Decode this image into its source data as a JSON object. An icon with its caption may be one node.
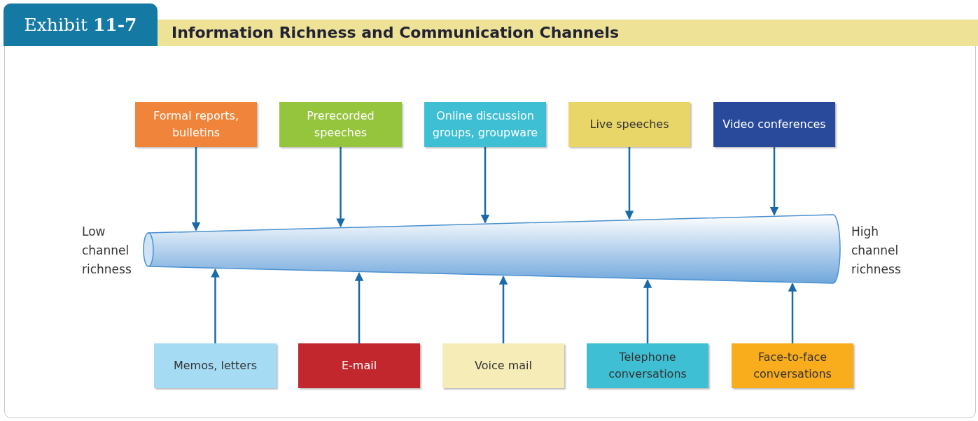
{
  "diagram": {
    "title": "Information Richness and Communication Channels",
    "nodes": [
      {
        "text": [
          "Formal reports, bulletins"
        ]
      },
      {
        "text": [
          "Prerecorded speeches"
        ]
      },
      {
        "text": [
          "Online discussion groups, groupware"
        ]
      },
      {
        "text": [
          "Live speeches"
        ]
      },
      {
        "text": [
          "Video conferences"
        ]
      },
      {
        "text": [],
        "shape": "cone",
        "beside": [
          "Low channel richness",
          "High channel richness"
        ]
      },
      {
        "text": [
          "Memos, letters"
        ]
      },
      {
        "text": [
          "E-mail"
        ]
      },
      {
        "text": [
          "Voice mail"
        ]
      },
      {
        "text": [
          "Telephone conversations"
        ]
      },
      {
        "text": [
          "Face-to-face conversations"
        ]
      }
    ],
    "edges": [
      {
        "from": 0,
        "to": 5,
        "arrow": "to"
      },
      {
        "from": 1,
        "to": 5,
        "arrow": "to"
      },
      {
        "from": 2,
        "to": 5,
        "arrow": "to"
      },
      {
        "from": 3,
        "to": 5,
        "arrow": "to"
      },
      {
        "from": 4,
        "to": 5,
        "arrow": "to"
      },
      {
        "from": 6,
        "to": 5,
        "arrow": "to"
      },
      {
        "from": 7,
        "to": 5,
        "arrow": "to"
      },
      {
        "from": 8,
        "to": 5,
        "arrow": "to"
      },
      {
        "from": 9,
        "to": 5,
        "arrow": "to"
      },
      {
        "from": 10,
        "to": 5,
        "arrow": "to"
      }
    ],
    "labels": [
      "Exhibit **11-7**"
    ]
  }
}
